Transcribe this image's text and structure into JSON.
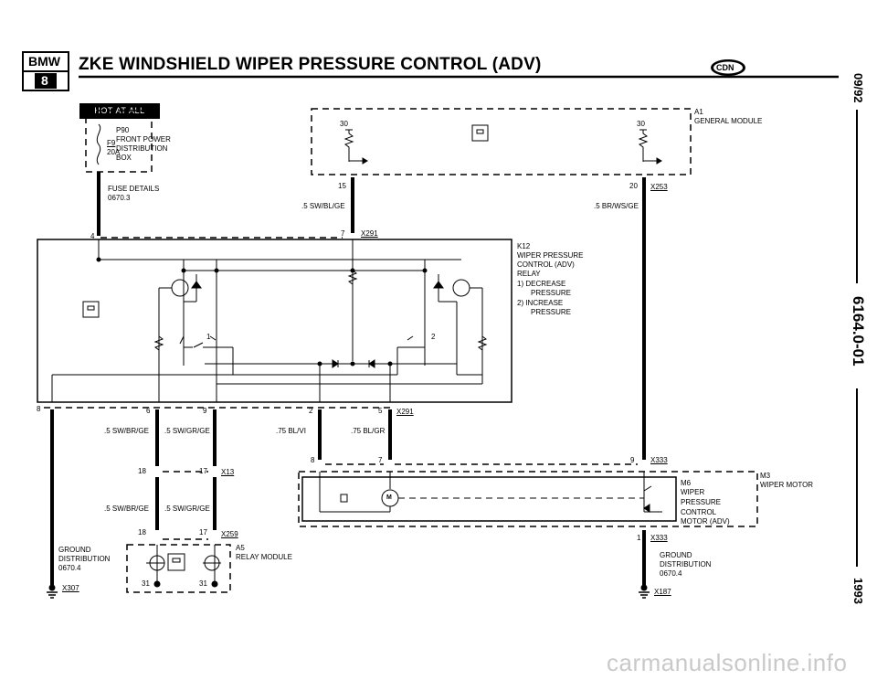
{
  "header": {
    "logo_top": "BMW",
    "logo_bottom": "8",
    "title": "ZKE WINDSHIELD WIPER PRESSURE CONTROL (ADV)",
    "cdn_badge": "CDN",
    "hot_at_all_times": "HOT AT ALL TIMES"
  },
  "side": {
    "date": "09/92",
    "doc_number": "6164.0-01",
    "year": "1993"
  },
  "fuse_box": {
    "id": "P90",
    "name_line1": "FRONT POWER",
    "name_line2": "DISTRIBUTION",
    "name_line3": "BOX",
    "fuse_id": "F9",
    "fuse_rating": "20A",
    "details_line1": "FUSE DETAILS",
    "details_line2": "0670.3"
  },
  "general_module": {
    "id": "A1",
    "name": "GENERAL MODULE",
    "term_left": "30",
    "term_right": "30",
    "pin_left": "15",
    "pin_right": "20",
    "connector": "X253"
  },
  "wires": {
    "sw_bl_ge": ".5 SW/BL/GE",
    "br_ws_ge": ".5 BR/WS/GE",
    "sw_br_ge_1": ".5 SW/BR/GE",
    "sw_gr_ge_1": ".5 SW/GR/GE",
    "sw_br_ge_2": ".5 SW/BR/GE",
    "sw_gr_ge_2": ".5 SW/GR/GE",
    "bl_vi": ".75 BL/VI",
    "bl_gr": ".75 BL/GR"
  },
  "relay": {
    "id": "K12",
    "line1": "WIPER PRESSURE",
    "line2": "CONTROL (ADV)",
    "line3": "RELAY",
    "item1a": "1)  DECREASE",
    "item1b": "PRESSURE",
    "item2a": "2)  INCREASE",
    "item2b": "PRESSURE",
    "contact1": "1",
    "contact2": "2",
    "pin_top_left": "4",
    "pin_top_mid": "7",
    "connector_top": "X291",
    "pin_bl": "8",
    "pin_b1": "6",
    "pin_b2": "9",
    "pin_b3": "2",
    "pin_b4": "5",
    "connector_bottom": "X291"
  },
  "x13": {
    "pin_a": "18",
    "pin_b": "17",
    "connector": "X13"
  },
  "x259": {
    "pin_a": "18",
    "pin_b": "17",
    "connector": "X259"
  },
  "relay_module": {
    "id": "A5",
    "name": "RELAY MODULE",
    "term_left": "31",
    "term_right": "31"
  },
  "x333_top": {
    "pin_a": "8",
    "pin_b": "7",
    "pin_c": "9",
    "connector": "X333"
  },
  "wiper_motor": {
    "id": "M3",
    "name": "WIPER MOTOR",
    "sub_id": "M6",
    "sub_line1": "WIPER",
    "sub_line2": "PRESSURE",
    "sub_line3": "CONTROL",
    "sub_line4": "MOTOR (ADV)",
    "motor_symbol": "M",
    "pin": "1",
    "connector": "X333"
  },
  "ground_left": {
    "line1": "GROUND",
    "line2": "DISTRIBUTION",
    "line3": "0670.4",
    "connector": "X307"
  },
  "ground_right": {
    "line1": "GROUND",
    "line2": "DISTRIBUTION",
    "line3": "0670.4",
    "connector": "X187"
  },
  "watermark": "carmanualsonline.info"
}
